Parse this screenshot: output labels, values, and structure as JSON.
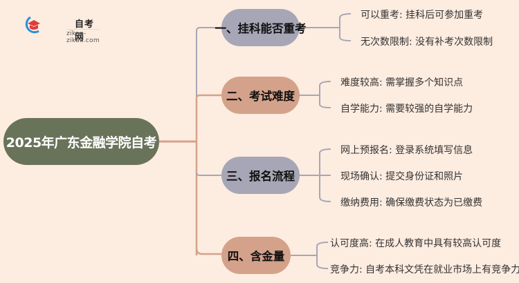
{
  "logo": {
    "title": "自考网",
    "subtitle": "zikao-zikao.com",
    "icon": "graduation-cap-icon"
  },
  "colors": {
    "background": "#fdece0",
    "root": "#69735a",
    "branch_gray": "#a6a6b6",
    "branch_tan": "#d4a28a",
    "line_gray": "#a6a6b6",
    "line_tan": "#d4a28a"
  },
  "mindmap": {
    "root": "2025年广东金融学院自考",
    "branches": [
      {
        "label": "一、挂科能否重考",
        "style": "gray",
        "children": [
          "可以重考: 挂科后可参加重考",
          "无次数限制: 没有补考次数限制"
        ]
      },
      {
        "label": "二、考试难度",
        "style": "tan",
        "children": [
          "难度较高: 需掌握多个知识点",
          "自学能力: 需要较强的自学能力"
        ]
      },
      {
        "label": "三、报名流程",
        "style": "gray",
        "children": [
          "网上预报名: 登录系统填写信息",
          "现场确认: 提交身份证和照片",
          "缴纳费用: 确保缴费状态为已缴费"
        ]
      },
      {
        "label": "四、含金量",
        "style": "tan",
        "children": [
          "认可度高: 在成人教育中具有较高认可度",
          "竞争力: 自考本科文凭在就业市场上有竞争力"
        ]
      }
    ]
  }
}
